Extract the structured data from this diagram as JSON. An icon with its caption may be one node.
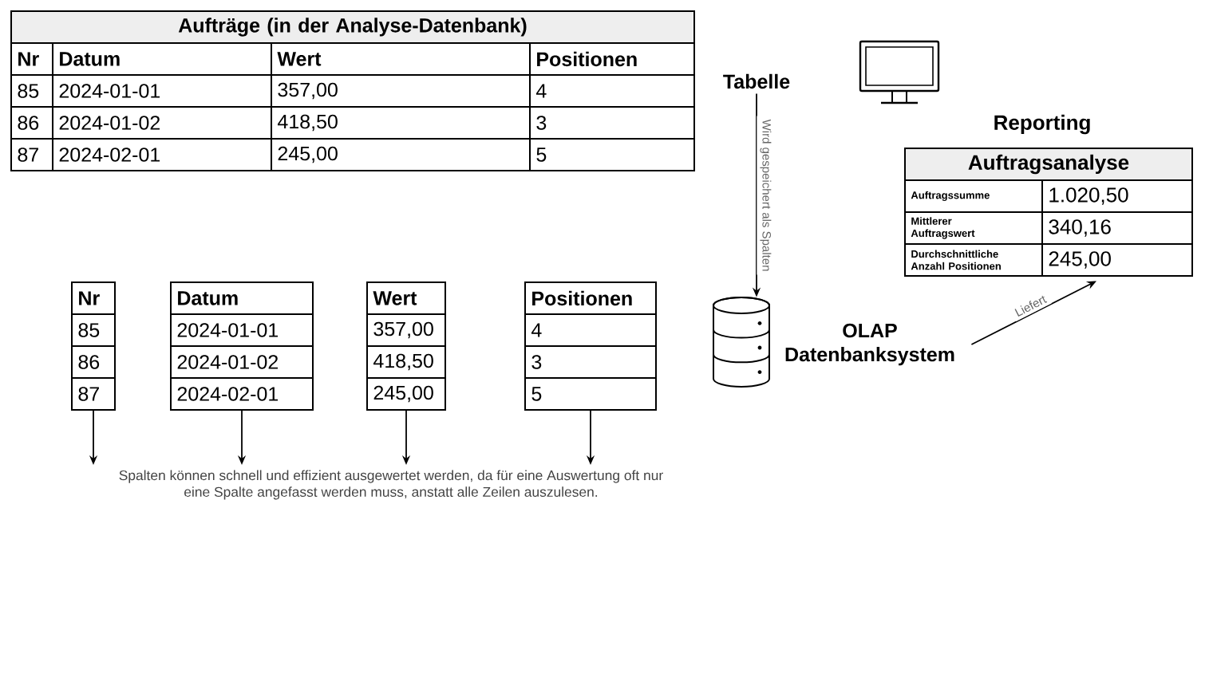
{
  "diagram": {
    "nodes": [
      {
        "text": [
          "Aufträge (in der Analyse-Datenbank)",
          "Nr",
          "Datum",
          "Wert",
          "Positionen",
          "85",
          "2024-01-01",
          "357,00",
          "4",
          "86",
          "2024-01-02",
          "418,50",
          "3",
          "87",
          "2024-02-01",
          "245,00",
          "5"
        ]
      },
      {
        "text": [
          "Tabelle"
        ]
      },
      {
        "text": [
          "Reporting",
          "Auftragsanalyse",
          "Auftragssumme",
          "1.020,50",
          "Mittlerer Auftragswert",
          "340,16",
          "Durchschnittliche Anzahl Positionen",
          "245,00"
        ]
      },
      {
        "text": [
          "Nr",
          "85",
          "86",
          "87"
        ]
      },
      {
        "text": [
          "Datum",
          "2024-01-01",
          "2024-01-02",
          "2024-02-01"
        ]
      },
      {
        "text": [
          "Wert",
          "357,00",
          "418,50",
          "245,00"
        ]
      },
      {
        "text": [
          "Positionen",
          "4",
          "3",
          "5"
        ]
      },
      {
        "text": [],
        "shape": "cylinder"
      },
      {
        "text": [
          "OLAP Datenbanksystem"
        ]
      },
      {
        "text": [
          "Spalten können schnell und effizient ausgewertet werden, da für eine Auswertung oft nur eine Spalte angefasst werden muss, anstatt alle Zeilen auszulesen."
        ]
      }
    ],
    "edges": [
      {
        "from": 1,
        "to": 7,
        "arrow": "to",
        "label": "Wird gespeichert als Spalten"
      },
      {
        "from": 8,
        "to": 2,
        "arrow": "to",
        "label": "Liefert"
      },
      {
        "from": 3,
        "to": 9,
        "arrow": "to"
      },
      {
        "from": 4,
        "to": 9,
        "arrow": "to"
      },
      {
        "from": 5,
        "to": 9,
        "arrow": "to"
      },
      {
        "from": 6,
        "to": 9,
        "arrow": "to"
      }
    ]
  }
}
